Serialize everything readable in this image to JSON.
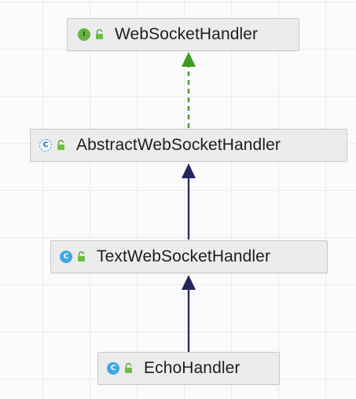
{
  "diagram": {
    "nodes": [
      {
        "id": "websockethandler",
        "label": "WebSocketHandler",
        "kind": "interface",
        "kind_glyph": "I",
        "visibility_icon": "unlock-icon"
      },
      {
        "id": "abstractwebsockethandler",
        "label": "AbstractWebSocketHandler",
        "kind": "abstract-class",
        "kind_glyph": "C",
        "visibility_icon": "unlock-icon"
      },
      {
        "id": "textwebsockethandler",
        "label": "TextWebSocketHandler",
        "kind": "class",
        "kind_glyph": "C",
        "visibility_icon": "unlock-icon"
      },
      {
        "id": "echohandler",
        "label": "EchoHandler",
        "kind": "class",
        "kind_glyph": "C",
        "visibility_icon": "unlock-icon"
      }
    ],
    "edges": [
      {
        "from": "abstractwebsockethandler",
        "to": "websockethandler",
        "type": "implements",
        "style": "dashed",
        "color": "#4c9a2a"
      },
      {
        "from": "textwebsockethandler",
        "to": "abstractwebsockethandler",
        "type": "extends",
        "style": "solid",
        "color": "#2b2d6e"
      },
      {
        "from": "echohandler",
        "to": "textwebsockethandler",
        "type": "extends",
        "style": "solid",
        "color": "#2b2d6e"
      }
    ],
    "colors": {
      "interface_icon": "#62b543",
      "class_icon": "#40a9e6",
      "node_fill": "#ececec",
      "node_border": "#c8c8c8"
    }
  }
}
